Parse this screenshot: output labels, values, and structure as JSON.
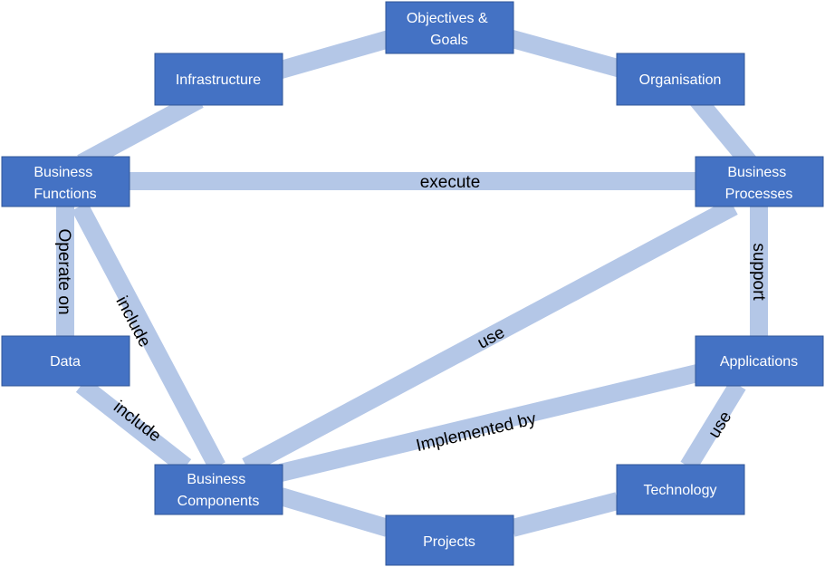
{
  "nodes": {
    "objectives": {
      "lines": [
        "Objectives &",
        "Goals"
      ]
    },
    "infrastructure": {
      "lines": [
        "Infrastructure"
      ]
    },
    "organisation": {
      "lines": [
        "Organisation"
      ]
    },
    "business_functions": {
      "lines": [
        "Business",
        "Functions"
      ]
    },
    "business_processes": {
      "lines": [
        "Business",
        "Processes"
      ]
    },
    "data": {
      "lines": [
        "Data"
      ]
    },
    "applications": {
      "lines": [
        "Applications"
      ]
    },
    "business_components": {
      "lines": [
        "Business",
        "Components"
      ]
    },
    "technology": {
      "lines": [
        "Technology"
      ]
    },
    "projects": {
      "lines": [
        "Projects"
      ]
    }
  },
  "edges": {
    "execute": "execute",
    "operate_on": "Operate on",
    "include_functions": "include",
    "include_data": "include",
    "use_processes": "use",
    "support": "support",
    "implemented_by": "Implemented by",
    "use_technology": "use"
  },
  "colors": {
    "node_fill": "#4472c4",
    "connector": "#b4c7e7",
    "node_text": "#ffffff"
  }
}
